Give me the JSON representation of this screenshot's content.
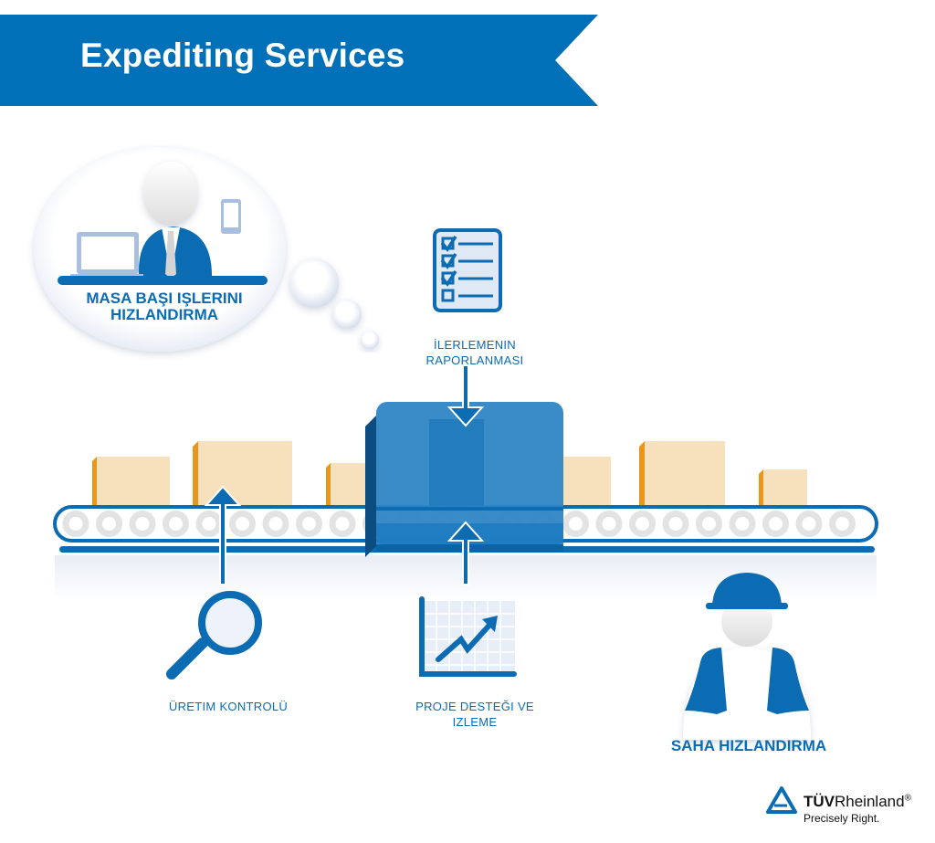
{
  "header": {
    "title": "Expediting Services",
    "banner_color": "#0070b8"
  },
  "sections": {
    "desk_expediting": {
      "line1": "MASA BAŞI IŞLERINI",
      "line2": "HIZLANDIRMA",
      "icon": "office-worker-icon"
    },
    "progress_reporting": {
      "line1": "İLERLEMENIN",
      "line2": "RAPORLANMASI",
      "icon": "checklist-icon"
    },
    "production_control": {
      "line1": "ÜRETIM KONTROLÜ",
      "icon": "magnifier-icon"
    },
    "project_support": {
      "line1": "PROJE DESTEĞI VE",
      "line2": "IZLEME",
      "icon": "growth-chart-icon"
    },
    "field_expediting": {
      "line1": "SAHA HIZLANDIRMA",
      "icon": "hardhat-worker-icon"
    }
  },
  "logo": {
    "brand_bold": "TÜV",
    "brand_rest": "Rheinland",
    "registered": "®",
    "tagline": "Precisely Right."
  },
  "colors": {
    "primary_blue": "#0b6bb3",
    "box_fill": "#f7e0bc",
    "box_edge": "#e8961c",
    "highlight_box": "#2f86c6"
  }
}
